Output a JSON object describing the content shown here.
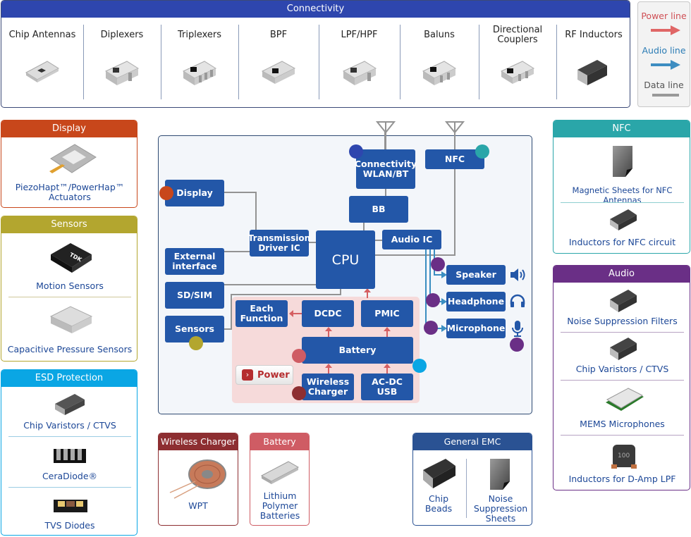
{
  "legend": {
    "power_line": "Power line",
    "audio_line": "Audio line",
    "data_line": "Data line",
    "colors": {
      "power": "#e06666",
      "audio": "#3d8dc1",
      "data": "#999999"
    }
  },
  "connectivity": {
    "title": "Connectivity",
    "color": "#2e46ae",
    "items": [
      {
        "label": "Chip Antennas"
      },
      {
        "label": "Diplexers"
      },
      {
        "label": "Triplexers"
      },
      {
        "label": "BPF"
      },
      {
        "label": "LPF/HPF"
      },
      {
        "label": "Baluns"
      },
      {
        "label": "Directional Couplers"
      },
      {
        "label": "RF Inductors"
      }
    ]
  },
  "left_panels": {
    "display": {
      "title": "Display",
      "color": "#c8471b",
      "items": [
        "PiezoHapt™/PowerHap™ Actuators"
      ]
    },
    "sensors": {
      "title": "Sensors",
      "color": "#b3a62f",
      "items": [
        "Motion Sensors",
        "Capacitive Pressure Sensors"
      ]
    },
    "esd": {
      "title": "ESD Protection",
      "color": "#0aa6e4",
      "items": [
        "Chip Varistors / CTVS",
        "CeraDiode®",
        "TVS Diodes"
      ]
    }
  },
  "right_panels": {
    "nfc": {
      "title": "NFC",
      "color": "#2aa6a9",
      "items": [
        "Magnetic Sheets for NFC Antennas",
        "Inductors for NFC circuit"
      ]
    },
    "audio": {
      "title": "Audio",
      "color": "#6a2f86",
      "items": [
        "Noise Suppression Filters",
        "Chip Varistors / CTVS",
        "MEMS Microphones",
        "Inductors for D-Amp LPF"
      ]
    }
  },
  "bottom_panels": {
    "wireless_charger": {
      "title": "Wireless Charger",
      "color": "#8d2e31",
      "items": [
        "WPT"
      ]
    },
    "battery": {
      "title": "Battery",
      "color": "#cf5c64",
      "items": [
        "Lithium Polymer Batteries"
      ]
    },
    "general_emc": {
      "title": "General EMC",
      "color": "#2a5293",
      "items": [
        "Chip Beads",
        "Noise Suppression Sheets"
      ]
    }
  },
  "diagram": {
    "blocks": {
      "display": "Display",
      "external_interface": "External interface",
      "sd_sim": "SD/SIM",
      "sensors": "Sensors",
      "transmission_driver": "Transmission Driver IC",
      "cpu": "CPU",
      "connectivity": "Connectivity WLAN/BT",
      "bb": "BB",
      "nfc": "NFC",
      "audio_ic": "Audio IC",
      "speaker": "Speaker",
      "headphone": "Headphone",
      "microphone": "Microphone",
      "each_function": "Each Function",
      "dcdc": "DCDC",
      "pmic": "PMIC",
      "battery": "Battery",
      "wireless_charger": "Wireless Charger",
      "acdc_usb": "AC-DC USB"
    },
    "power_button": "Power",
    "colors": {
      "block": "#2357a8",
      "power_area": "#f6dada"
    }
  }
}
